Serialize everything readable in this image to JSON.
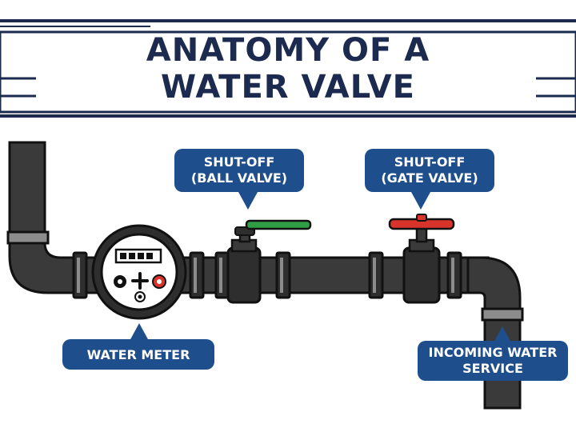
{
  "title": {
    "line1": "ANATOMY OF A",
    "line2": "WATER VALVE"
  },
  "labels": {
    "ball_valve": {
      "line1": "SHUT-OFF",
      "line2": "(BALL VALVE)"
    },
    "gate_valve": {
      "line1": "SHUT-OFF",
      "line2": "(GATE VALVE)"
    },
    "water_meter": "WATER METER",
    "incoming": {
      "line1": "INCOMING WATER",
      "line2": "SERVICE"
    }
  },
  "colors": {
    "navy": "#1b2a4e",
    "callout": "#1f4e8c",
    "pipe": "#3a3a3a",
    "ball_handle": "#2f9e44",
    "gate_handwheel": "#d9342b"
  },
  "icons": [
    "meter-dial-icon",
    "plus-icon",
    "gauge-icon"
  ]
}
